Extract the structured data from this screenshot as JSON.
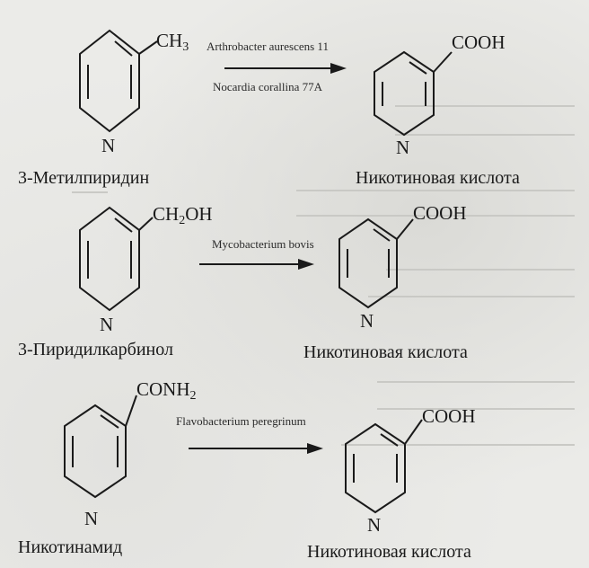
{
  "reactions": [
    {
      "substrate": {
        "substituent": "CH",
        "substituent_sub": "3",
        "nitrogen": "N",
        "name": "3-Метилпиридин"
      },
      "organisms": [
        "Arthrobacter aurescens 11",
        "Nocardia corallina 77A"
      ],
      "product": {
        "substituent": "COOH",
        "nitrogen": "N",
        "name": "Никотиновая кислота"
      }
    },
    {
      "substrate": {
        "substituent": "CH",
        "substituent_sub": "2",
        "substituent_tail": "OH",
        "nitrogen": "N",
        "name": "3-Пиридилкарбинол"
      },
      "organisms": [
        "Mycobacterium bovis"
      ],
      "product": {
        "substituent": "COOH",
        "nitrogen": "N",
        "name": "Никотиновая кислота"
      }
    },
    {
      "substrate": {
        "substituent": "CONH",
        "substituent_sub": "2",
        "nitrogen": "N",
        "name": "Никотинамид"
      },
      "organisms": [
        "Flavobacterium peregrinum"
      ],
      "product": {
        "substituent": "COOH",
        "nitrogen": "N",
        "name": "Никотиновая кислота"
      }
    }
  ]
}
